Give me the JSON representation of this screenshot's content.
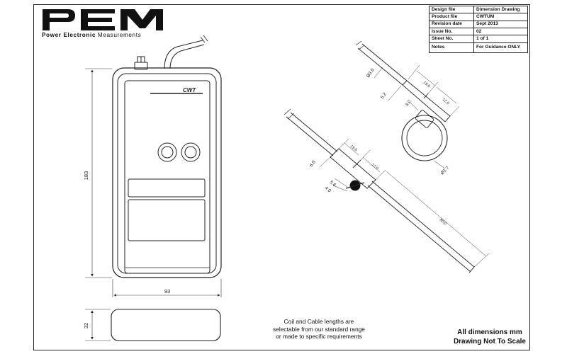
{
  "logo": {
    "wordmark": "PEM",
    "subtitle_power": "Power",
    "subtitle_electronic": "Electronic",
    "subtitle_measurements": "Measurements"
  },
  "title_block": {
    "rows": [
      {
        "key": "Design file",
        "value": "Dimension Drawing"
      },
      {
        "key": "Product file",
        "value": "CWTUM"
      },
      {
        "key": "Revision date",
        "value": "Sept 2013"
      },
      {
        "key": "Issue No.",
        "value": "02"
      },
      {
        "key": "Sheet No.",
        "value": "1 of 1"
      },
      {
        "key": "Notes",
        "value": "For Guidance ONLY"
      }
    ]
  },
  "device": {
    "brand_label": "CWT",
    "height_dim": "183",
    "width_dim": "93",
    "depth_dim": "32"
  },
  "probe_small": {
    "cable_dia": "Ø3.0",
    "body_dia": "5.2",
    "len_a": "19.0",
    "len_b": "12.0",
    "clip_w": "8.0",
    "coil_dia": "Ø1.7"
  },
  "probe_large": {
    "body_dia": "6.0",
    "len_a": "19.0",
    "len_b": "12.0",
    "sleeve_dia": "5.6",
    "clip_dia": "4.0",
    "coil_len": "80.0"
  },
  "notes": {
    "line1": "Coil and Cable lengths are",
    "line2": "selectable from our standard range",
    "line3": "or made to specific requirements"
  },
  "footer": {
    "all_dims": "All dimensions mm",
    "not_to_scale": "Drawing Not To Scale"
  }
}
